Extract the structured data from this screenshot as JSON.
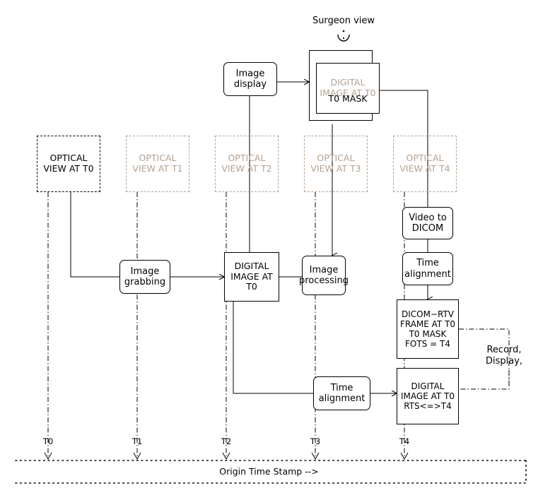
{
  "diagram": {
    "title_label": "Surgeon view",
    "accent_faded": "#b3a191",
    "accent_solid": "#000000"
  },
  "optical_views": [
    {
      "label": "OPTICAL\nVIEW AT T0",
      "state": "active"
    },
    {
      "label": "OPTICAL\nVIEW AT T1",
      "state": "faded"
    },
    {
      "label": "OPTICAL\nVIEW AT T2",
      "state": "faded"
    },
    {
      "label": "OPTICAL\nVIEW AT T3",
      "state": "faded"
    },
    {
      "label": "OPTICAL\nVIEW AT T4",
      "state": "faded"
    }
  ],
  "nodes": {
    "image_display": "Image\ndisplay",
    "digital_image_t0_top_faded": "DIGITAL\nIMAGE AT T0",
    "t0_mask": "T0 MASK",
    "image_grabbing": "Image\ngrabbing",
    "digital_image_t0": "DIGITAL\nIMAGE AT T0",
    "image_processing": "Image\nprocessing",
    "video_to_dicom": "Video to\nDICOM",
    "time_alignment_right": "Time\nalignment",
    "dicom_rtv": "DICOM−RTV\nFRAME AT  T0\nT0 MASK\nFOTS  =  T4",
    "time_alignment_mid": "Time\nalignment",
    "digital_image_rts": "DIGITAL\nIMAGE AT T0\nRTS<=>T4",
    "record_display": "Record,\nDisplay,"
  },
  "timeline": {
    "caption": "Origin Time Stamp -->",
    "ticks": [
      "T0",
      "T1",
      "T2",
      "T3",
      "T4"
    ]
  }
}
